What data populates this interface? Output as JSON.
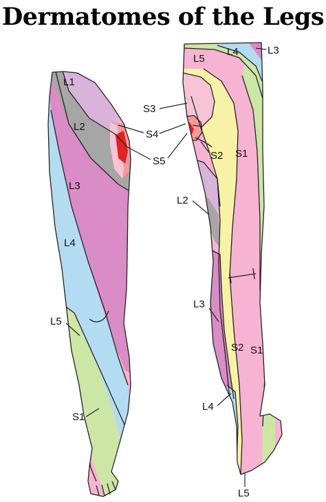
{
  "title": "Dermatomes of the Legs",
  "colors": {
    "L1": "#d9b3d9",
    "L2": "#a6a6a6",
    "L3": "#d98cc6",
    "L4": "#b3dcf2",
    "L5": "#cce6a6",
    "S1": "#f7b3d2",
    "S2": "#f7f2a6",
    "S3": "#f7c4d6",
    "S4": "#f59a9a",
    "S5": "#e32222"
  },
  "front_leg": {
    "labels": {
      "L1": "L1",
      "L2": "L2",
      "L3": "L3",
      "L4": "L4",
      "L5": "L5",
      "S1": "S1",
      "S4": "S4",
      "S5": "S5"
    }
  },
  "back_leg": {
    "labels": {
      "L5": "L5",
      "L4": "L4",
      "L3_top": "L3",
      "S3": "S3",
      "S2_upper": "S2",
      "S1_upper": "S1",
      "L2": "L2",
      "L3": "L3",
      "S2_lower": "S2",
      "S1_lower": "S1",
      "L4_lower": "L4",
      "L5_lower": "L5"
    }
  }
}
